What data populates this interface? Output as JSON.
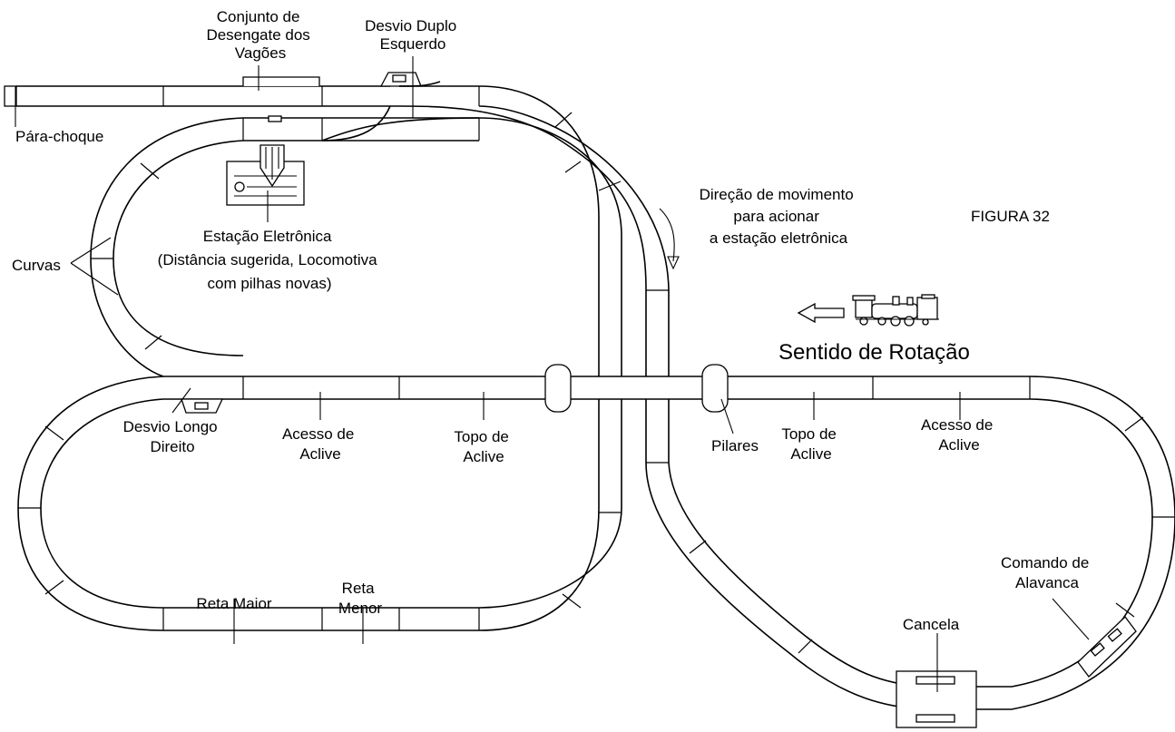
{
  "figure": {
    "number_label": "FIGURA 32"
  },
  "rotation": {
    "label": "Sentido de Rotação"
  },
  "labels": {
    "conjunto": [
      "Conjunto de",
      "Desengate dos",
      "Vagões"
    ],
    "desvio_duplo": [
      "Desvio Duplo",
      "Esquerdo"
    ],
    "para_choque": "Pára-choque",
    "estacao": [
      "Estação Eletrônica",
      "(Distância sugerida, Locomotiva",
      "com pilhas novas)"
    ],
    "direcao": [
      "Direção de movimento",
      "para acionar",
      "a estação eletrônica"
    ],
    "curvas": "Curvas",
    "desvio_longo": [
      "Desvio Longo",
      "Direito"
    ],
    "acesso_esq": [
      "Acesso de",
      "Aclive"
    ],
    "topo_esq": [
      "Topo de",
      "Aclive"
    ],
    "pilares": "Pilares",
    "topo_dir": [
      "Topo de",
      "Aclive"
    ],
    "acesso_dir": [
      "Acesso de",
      "Aclive"
    ],
    "reta_maior": "Reta Maior",
    "reta_menor": [
      "Reta",
      "Menor"
    ],
    "comando": [
      "Comando de",
      "Alavanca"
    ],
    "cancela": "Cancela"
  },
  "icons": [
    "locomotive-icon",
    "left-arrow-icon",
    "direction-arrow-icon"
  ]
}
